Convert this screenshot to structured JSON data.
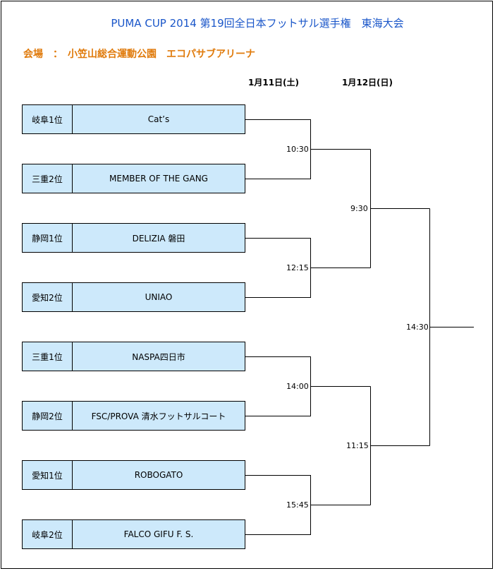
{
  "title": "PUMA CUP 2014 第19回全日本フットサル選手権　東海大会",
  "venue": "会場　：　小笠山総合運動公園　エコパサブアリーナ",
  "days": {
    "day1": "1月11日(土)",
    "day2": "1月12日(日)"
  },
  "entries": [
    {
      "seed": "岐阜1位",
      "team": "Cat’s"
    },
    {
      "seed": "三重2位",
      "team": "MEMBER OF THE GANG"
    },
    {
      "seed": "静岡1位",
      "team": "DELIZIA 磐田"
    },
    {
      "seed": "愛知2位",
      "team": "UNIAO"
    },
    {
      "seed": "三重1位",
      "team": "NASPA四日市"
    },
    {
      "seed": "静岡2位",
      "team": "FSC/PROVA 清水フットサルコート"
    },
    {
      "seed": "愛知1位",
      "team": "ROBOGATO"
    },
    {
      "seed": "岐阜2位",
      "team": "FALCO GIFU F. S."
    }
  ],
  "round1_times": [
    "10:30",
    "12:15",
    "14:00",
    "15:45"
  ],
  "semifinal_times": [
    "9:30",
    "11:15"
  ],
  "final_time": "14:30"
}
